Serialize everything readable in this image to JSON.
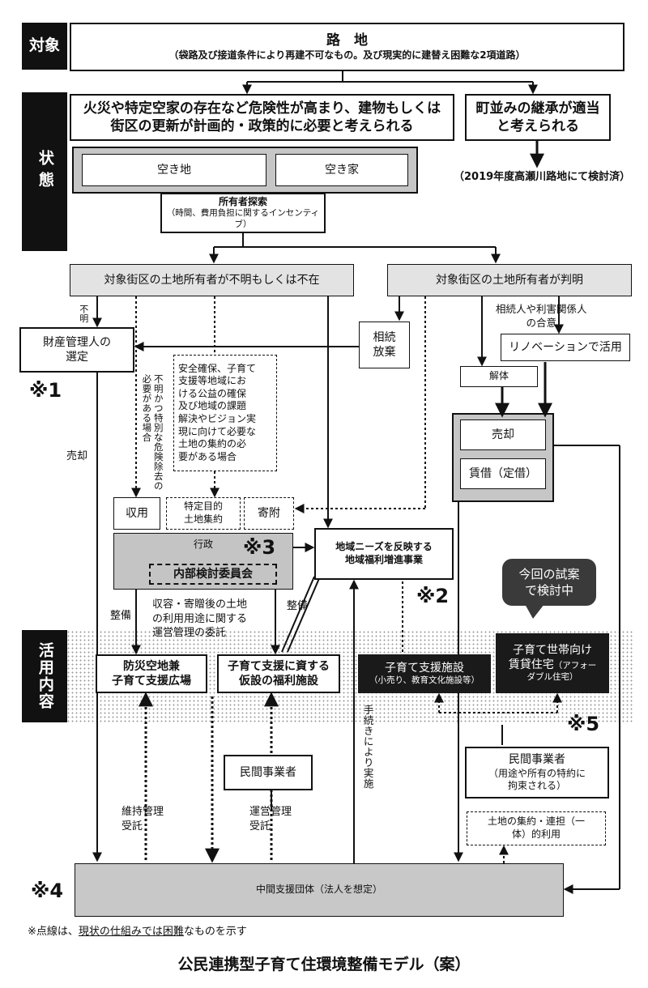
{
  "side_labels": {
    "target": "対象",
    "state": "状態",
    "use": "活用内容"
  },
  "road": {
    "title": "路　地",
    "subtitle": "（袋路及び接道条件により再建不可なもの。及び現実的に建替え困難な2項道路）"
  },
  "danger": {
    "line1": "火災や特定空家の存在など危険性が高まり、建物もしくは",
    "line2": "街区の更新が計画的・政策的に必要と考えられる"
  },
  "townscape": {
    "line1": "町並みの継承が適当",
    "line2": "と考えられる",
    "note": "（2019年度高瀬川路地にて検討済）"
  },
  "vacant_land": "空き地",
  "vacant_house": "空き家",
  "owner_search": {
    "title": "所有者探索",
    "sub": "（時間、費用負担に関するインセンティブ）"
  },
  "owner_unknown": "対象街区の土地所有者が不明もしくは不在",
  "owner_known": "対象街区の土地所有者が判明",
  "unknown_mark": "不明",
  "property_admin": {
    "line1": "財産管理人の",
    "line2": "選定"
  },
  "inheritance_waiver": {
    "line1": "相続",
    "line2": "放棄"
  },
  "heirs_agreement": {
    "line1": "相続人や利害関係人",
    "line2": "の合意"
  },
  "renovation": "リノベーションで活用",
  "demolition": "解体",
  "sale_box": "売却",
  "lease": "賃借（定借）",
  "special_danger": "不明かつ特別な危険除去の必要がある場合",
  "public_interest": [
    "安全確保、子育て",
    "支援等地域にお",
    "ける公益の確保",
    "及び地域の課題",
    "解決やビジョン実",
    "現に向けて必要な",
    "土地の集約の必",
    "要がある場合"
  ],
  "sale_label": "売却",
  "expropriation": "収用",
  "special_purpose": {
    "line1": "特定目的",
    "line2": "土地集約"
  },
  "donation": "寄附",
  "admin": "行政",
  "internal_committee": "内部検討委員会",
  "regional_welfare": {
    "line1": "地域ニーズを反映する",
    "line2": "地域福利増進事業"
  },
  "proposal_bubble": {
    "line1": "今回の試案",
    "line2": "で検討中"
  },
  "improvement_left": "整備",
  "improvement_right": "整備",
  "post_acquisition": [
    "収容・寄贈後の土地",
    "の利用用途に関する",
    "運営管理の委託"
  ],
  "disaster_plaza": {
    "line1": "防災空地兼",
    "line2": "子育て支援広場"
  },
  "temp_welfare": {
    "line1": "子育て支援に資する",
    "line2": "仮設の福利施設"
  },
  "childcare_facility": {
    "line1": "子育て支援施設",
    "line2": "（小売り、教育文化施設等）"
  },
  "family_housing": {
    "line1": "子育て世帯向け",
    "line2": "賃貸住宅",
    "small": "（アフォー",
    "small2": "ダブル住宅）"
  },
  "procedure": "手続きにより実施",
  "private_operator": "民間事業者",
  "private_operator2": {
    "title": "民間事業者",
    "line2": "（用途や所有の特約に",
    "line3": "拘束される）"
  },
  "land_integration": {
    "line1": "土地の集約・連担（一",
    "line2": "体）的利用"
  },
  "maintenance": {
    "line1": "維持管理",
    "line2": "受託"
  },
  "operation": {
    "line1": "運営管理",
    "line2": "受託"
  },
  "intermediary": "中間支援団体（法人を想定）",
  "notes": {
    "n1": "※1",
    "n2": "※2",
    "n3": "※3",
    "n4": "※4",
    "n5": "※5"
  },
  "footnote_prefix": "※点線は、",
  "footnote_underlined": "現状の仕組みでは困難",
  "footnote_suffix": "なものを示す",
  "caption": "公民連携型子育て住環境整備モデル（案）"
}
